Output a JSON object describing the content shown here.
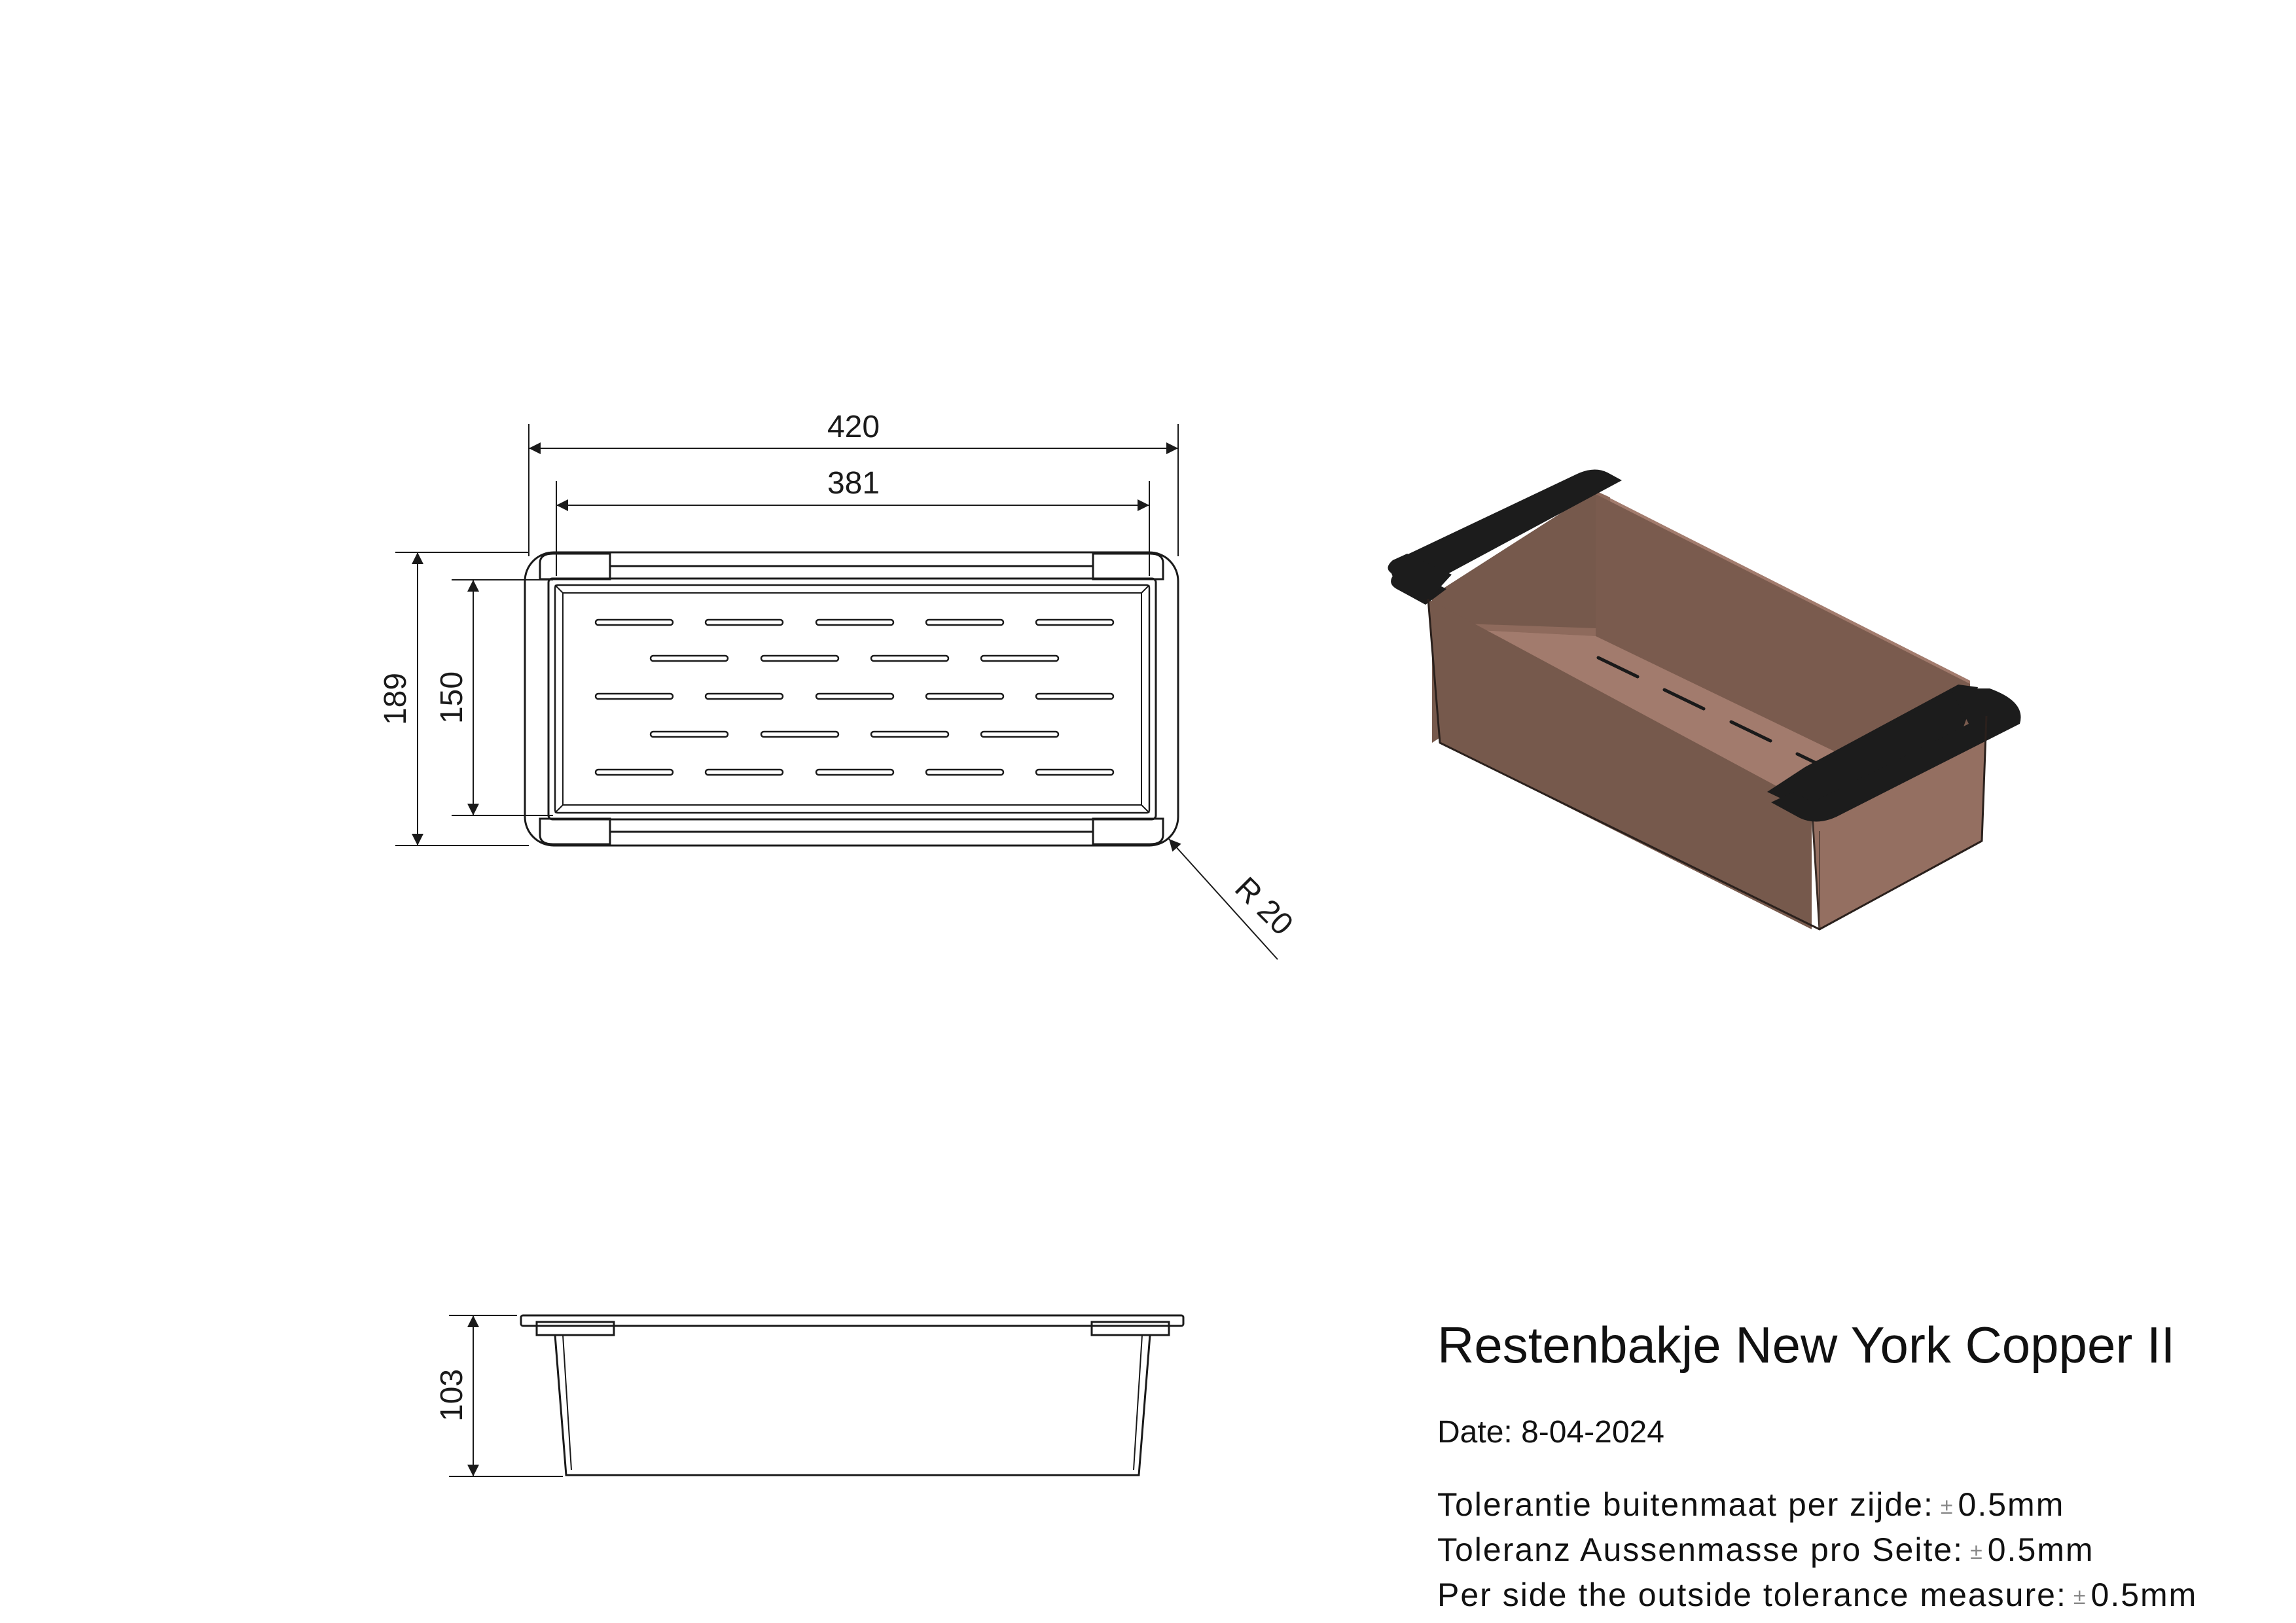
{
  "dimensions": {
    "outer_length": "420",
    "inner_length": "381",
    "outer_width": "189",
    "inner_width": "150",
    "corner_radius": "R 20",
    "height": "103"
  },
  "title_block": {
    "title": "Restenbakje New York Copper II",
    "date": "Date: 8-04-2024",
    "tolerances": [
      {
        "label": "Tolerantie buitenmaat per zijde:",
        "symbol": "±",
        "value": "0.5mm"
      },
      {
        "label": "Toleranz Aussenmasse pro Seite:",
        "symbol": "±",
        "value": "0.5mm"
      },
      {
        "label": "Per side the outside tolerance measure:",
        "symbol": "±",
        "value": "0.5mm"
      }
    ]
  },
  "colors": {
    "line": "#1a1a1a",
    "copper_light": "#a27b6d",
    "copper_mid": "#8e6a5c",
    "copper_dark": "#76594c",
    "rim_black": "#1c1c1c"
  }
}
